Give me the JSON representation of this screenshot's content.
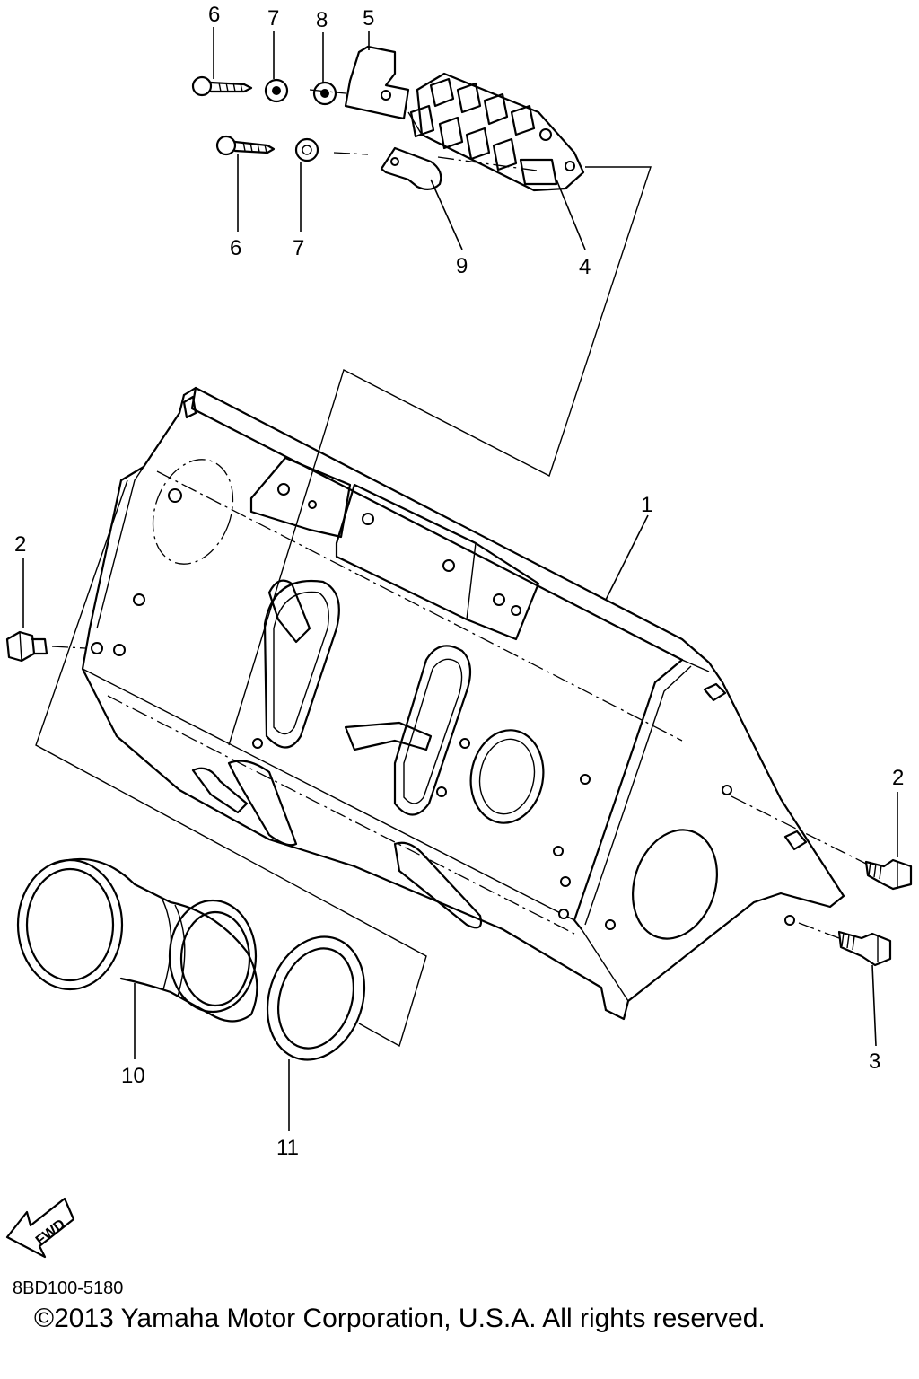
{
  "diagram": {
    "callouts": {
      "c1": "1",
      "c2_left": "2",
      "c2_right": "2",
      "c3": "3",
      "c4": "4",
      "c5": "5",
      "c6_top": "6",
      "c6_bottom": "6",
      "c7_top": "7",
      "c7_bottom": "7",
      "c8": "8",
      "c9": "9",
      "c10": "10",
      "c11": "11"
    },
    "direction_label": "FWD",
    "doc_code": "8BD100-5180",
    "copyright": "©2013 Yamaha Motor Corporation, U.S.A. All rights reserved."
  }
}
